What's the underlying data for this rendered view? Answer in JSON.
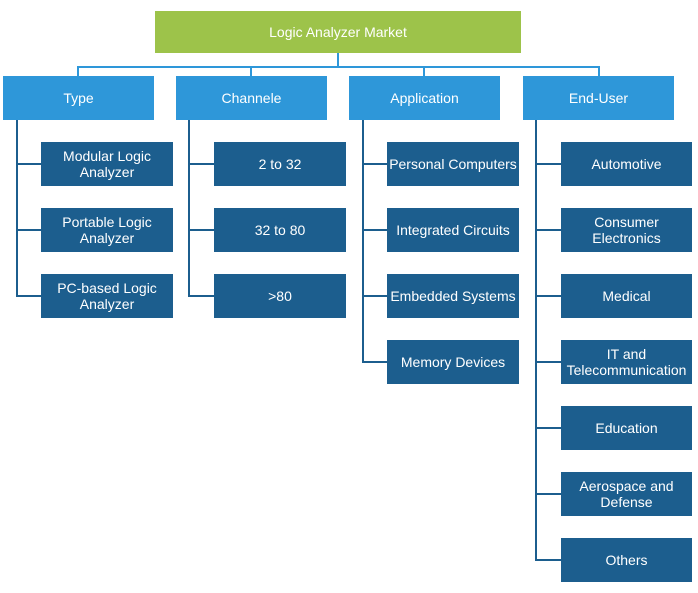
{
  "title": "Logic Analyzer Market",
  "categories": [
    {
      "label": "Type",
      "items": [
        "Modular Logic\nAnalyzer",
        "Portable Logic\nAnalyzer",
        "PC-based Logic\nAnalyzer"
      ]
    },
    {
      "label": "Channele",
      "items": [
        "2 to 32",
        "32 to 80",
        ">80"
      ]
    },
    {
      "label": "Application",
      "items": [
        "Personal Computers",
        "Integrated Circuits",
        "Embedded Systems",
        "Memory Devices"
      ]
    },
    {
      "label": "End-User",
      "items": [
        "Automotive",
        "Consumer\nElectronics",
        "Medical",
        "IT and\nTelecommunication",
        "Education",
        "Aerospace and\nDefense",
        "Others"
      ]
    }
  ],
  "colors": {
    "root": "#9dc34a",
    "category": "#2e97d9",
    "leaf": "#1c5e8e"
  }
}
